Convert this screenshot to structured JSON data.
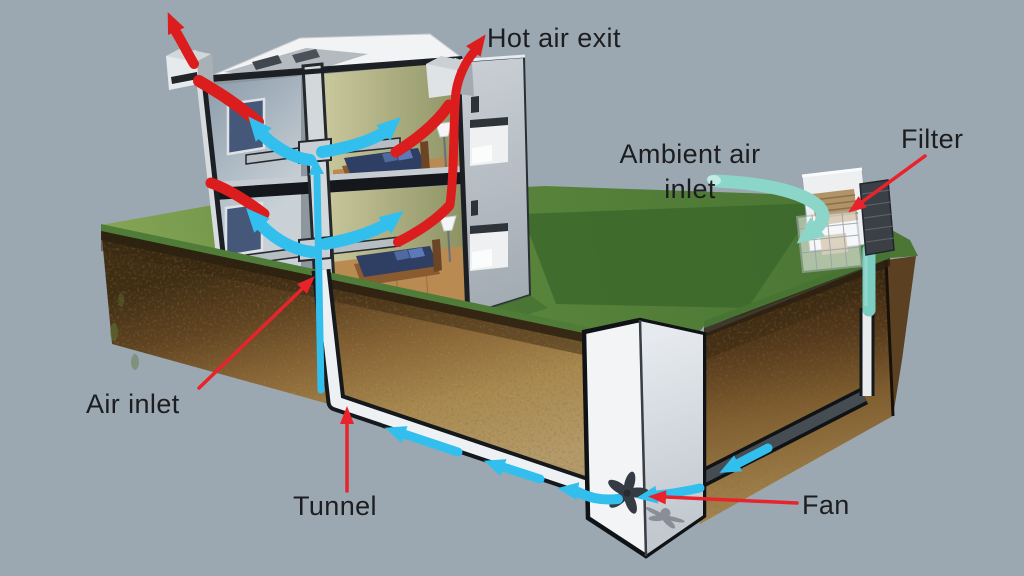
{
  "diagram": {
    "type": "cutaway-schematic",
    "subject": "Earth-air tunnel home ventilation system",
    "labels": {
      "hot_air_exit": "Hot air exit",
      "ambient_air_inlet_line1": "Ambient air",
      "ambient_air_inlet_line2": "inlet",
      "filter": "Filter",
      "air_inlet": "Air inlet",
      "tunnel": "Tunnel",
      "fan": "Fan"
    },
    "colors": {
      "background": "#9ba8b2",
      "hot_air": "#dc1d1d",
      "cool_air": "#33bfee",
      "ambient_air": "#8bd5c9",
      "ambient_air_light": "#c2ebe4",
      "pointer": "#e9232b",
      "text": "#1d1d1f",
      "grass": "#57833a",
      "soil": "#8a6636",
      "duct": "#eef1f3",
      "tunnel_shadow": "#454c52"
    },
    "parts": [
      "house-cutaway",
      "grass-surface",
      "soil-cross-section",
      "supply-shaft",
      "underground-tunnel",
      "fan-pit",
      "fan",
      "air-filter",
      "ambient-air-pipe",
      "roof-vent-left",
      "roof-vent-right"
    ]
  }
}
